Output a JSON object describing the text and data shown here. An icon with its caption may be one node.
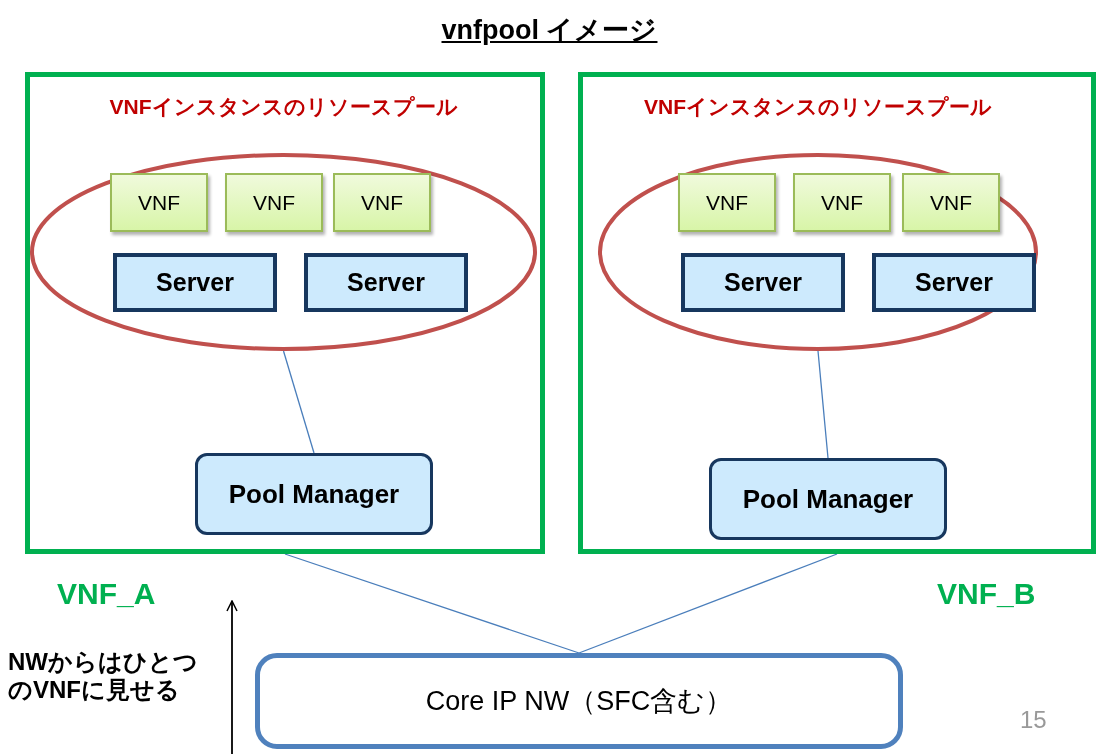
{
  "diagram": {
    "title": "vnfpool イメージ",
    "nodes": [
      {
        "text": [
          "VNF_A"
        ]
      },
      {
        "text": [
          "VNFインスタンスのリソースプール"
        ],
        "in": 0
      },
      {
        "text": [
          "VNF"
        ],
        "in": 1
      },
      {
        "text": [
          "VNF"
        ],
        "in": 1
      },
      {
        "text": [
          "VNF"
        ],
        "in": 1
      },
      {
        "text": [
          "Server"
        ],
        "in": 1
      },
      {
        "text": [
          "Server"
        ],
        "in": 1
      },
      {
        "text": [
          "Pool Manager"
        ],
        "in": 0
      },
      {
        "text": [
          "VNF_B"
        ]
      },
      {
        "text": [
          "VNFインスタンスのリソースプール"
        ],
        "in": 8
      },
      {
        "text": [
          "VNF"
        ],
        "in": 9
      },
      {
        "text": [
          "VNF"
        ],
        "in": 9
      },
      {
        "text": [
          "VNF"
        ],
        "in": 9
      },
      {
        "text": [
          "Server"
        ],
        "in": 9
      },
      {
        "text": [
          "Server"
        ],
        "in": 9
      },
      {
        "text": [
          "Pool Manager"
        ],
        "in": 8
      },
      {
        "text": [
          "Core IP NW（SFC含む）"
        ]
      }
    ],
    "edges": [
      {
        "from": 1,
        "to": 7,
        "arrow": "none"
      },
      {
        "from": 9,
        "to": 15,
        "arrow": "none"
      },
      {
        "from": 0,
        "to": 16,
        "arrow": "none"
      },
      {
        "from": 8,
        "to": 16,
        "arrow": "none"
      }
    ],
    "labels": [
      "NWからはひとつのVNFに見せる",
      "15"
    ]
  }
}
